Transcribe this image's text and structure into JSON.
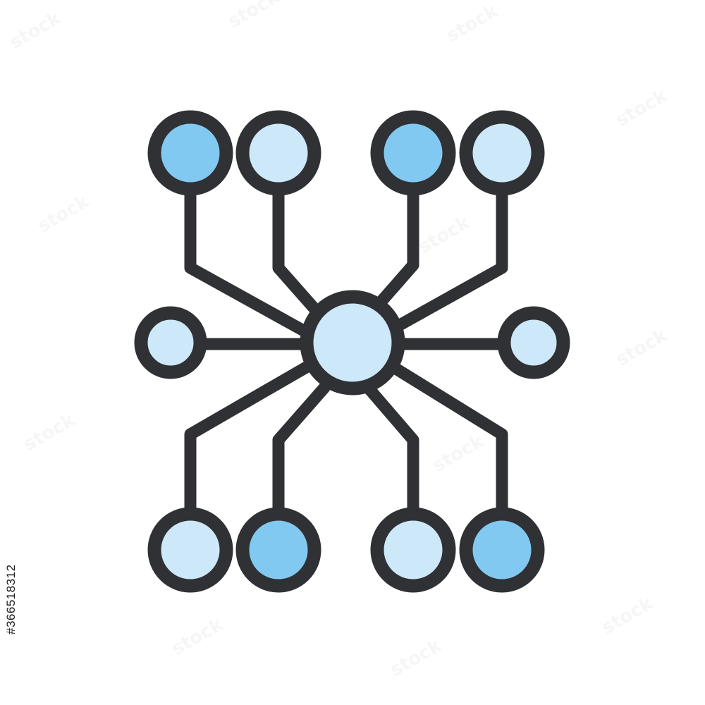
{
  "image": {
    "stock_id": "#366518312",
    "watermark_text": "stock"
  },
  "colors": {
    "background": "#ffffff",
    "outline": "#2f3134",
    "node_dark_fill": "#82c9f1",
    "node_light_fill": "#cde8f8",
    "hub_fill": "#cde8f8"
  },
  "icon": {
    "name": "network-hub-icon",
    "hub": {
      "fill": "light"
    },
    "nodes": [
      {
        "id": "top-1",
        "fill": "dark"
      },
      {
        "id": "top-2",
        "fill": "light"
      },
      {
        "id": "top-3",
        "fill": "dark"
      },
      {
        "id": "top-4",
        "fill": "light"
      },
      {
        "id": "left",
        "fill": "light"
      },
      {
        "id": "right",
        "fill": "light"
      },
      {
        "id": "bottom-1",
        "fill": "light"
      },
      {
        "id": "bottom-2",
        "fill": "dark"
      },
      {
        "id": "bottom-3",
        "fill": "light"
      },
      {
        "id": "bottom-4",
        "fill": "dark"
      }
    ]
  }
}
